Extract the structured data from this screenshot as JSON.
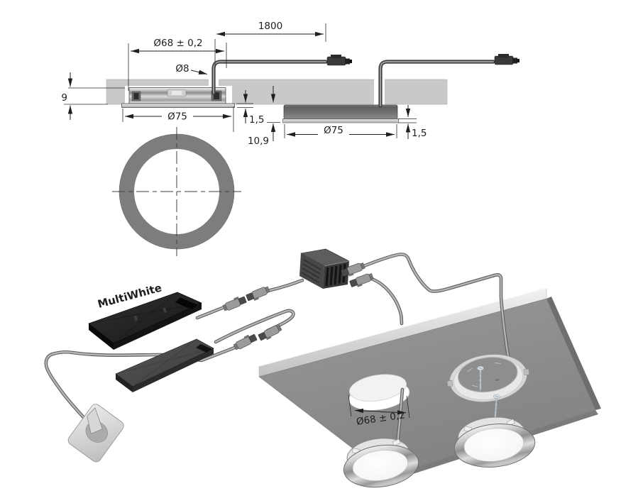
{
  "technical_views": {
    "dim_cable_length": "1800",
    "dim_cutout_diameter": "Ø68 ± 0,2",
    "dim_cable_diameter": "Ø8",
    "dim_recess_depth": "9",
    "dim_outer_diameter_recessed": "Ø75",
    "dim_flange_height_recessed": "1,5",
    "dim_total_height_surface": "10,9",
    "dim_outer_diameter_surface": "Ø75",
    "dim_rim_height_surface": "1,5"
  },
  "installation_view": {
    "driver_label": "MultiWhite",
    "dim_cutout_diameter": "Ø68 ± 0,2"
  },
  "colors": {
    "background": "#ffffff",
    "panel_gray": "#c9c9c9",
    "iso_panel_gray": "#8d8d8d",
    "dimension_line": "#1f1f1f",
    "chrome_light": "#f2f2f2",
    "chrome_dark": "#8a8a8a",
    "driver_black": "#1d1d1d",
    "driver_gray": "#474747",
    "cable_gray": "#9b9b9b",
    "fixture_ring_gray": "#7d7d7d"
  }
}
